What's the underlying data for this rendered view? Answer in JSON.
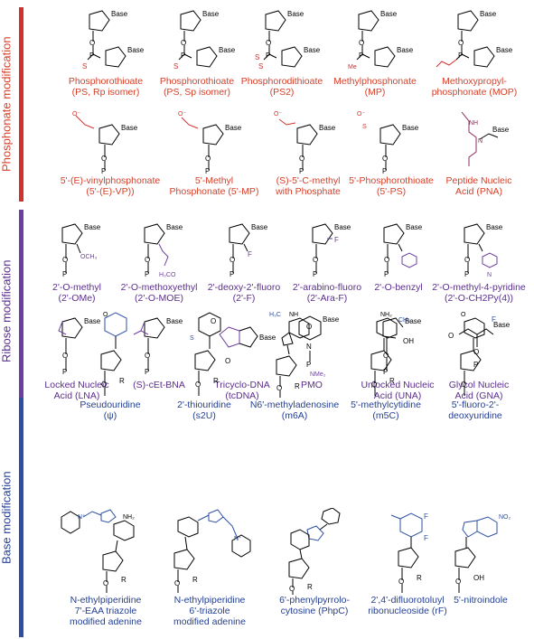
{
  "colors": {
    "phosphonate": "#d0312d",
    "ribose": "#6b3fa0",
    "base": "#2d4fa3"
  },
  "sections": {
    "phosphonate": {
      "label": "Phosphonate modification",
      "row1": [
        {
          "l1": "Phosphorothioate",
          "l2": "(PS, Rp isomer)"
        },
        {
          "l1": "Phosphorothioate",
          "l2": "(PS, Sp isomer)"
        },
        {
          "l1": "Phosphorodithioate",
          "l2": "(PS2)"
        },
        {
          "l1": "Methylphosphonate",
          "l2": "(MP)"
        },
        {
          "l1": "Methoxypropyl-",
          "l2": "phosphonate (MOP)"
        }
      ],
      "row2": [
        {
          "l1": "5'-(E)-vinylphosphonate",
          "l2": "(5'-(E)-VP))"
        },
        {
          "l1": "5'-Methyl",
          "l2": "Phosphonate (5'-MP)"
        },
        {
          "l1": "(S)-5'-C-methyl",
          "l2": "with Phosphate"
        },
        {
          "l1": "5'-Phosphorothioate",
          "l2": "(5'-PS)"
        },
        {
          "l1": "Peptide Nucleic",
          "l2": "Acid (PNA)"
        }
      ]
    },
    "ribose": {
      "label": "Ribose modification",
      "row1": [
        {
          "l1": "2'-O-methyl",
          "l2": "(2'-OMe)"
        },
        {
          "l1": "2'-O-methoxyethyl",
          "l2": "(2'-O-MOE)"
        },
        {
          "l1": "2'-deoxy-2'-fluoro",
          "l2": "(2'-F)"
        },
        {
          "l1": "2'-arabino-fluoro",
          "l2": "(2'-Ara-F)"
        },
        {
          "l1": "2'-O-benzyl",
          "l2": ""
        },
        {
          "l1": "2'-O-methyl-4-pyridine",
          "l2": "(2'-O-CH2Py(4))"
        }
      ],
      "row2": [
        {
          "l1": "Locked Nucleic",
          "l2": "Acid (LNA)"
        },
        {
          "l1": "(S)-cEt-BNA",
          "l2": ""
        },
        {
          "l1": "Tricyclo-DNA",
          "l2": "(tcDNA)"
        },
        {
          "l1": "PMO",
          "l2": ""
        },
        {
          "l1": "Unlocked Nucleic",
          "l2": "Acid (UNA)"
        },
        {
          "l1": "Glycol Nucleic",
          "l2": "Acid (GNA)"
        }
      ]
    },
    "base": {
      "label": "Base modification",
      "row1": [
        {
          "l1": "Pseudouridine",
          "l2": "(ψ)",
          "l3": ""
        },
        {
          "l1": "2'-thiouridine",
          "l2": "(s2U)",
          "l3": ""
        },
        {
          "l1": "N6'-methyladenosine",
          "l2": "(m6A)",
          "l3": ""
        },
        {
          "l1": "5'-methylcytidine",
          "l2": "(m5C)",
          "l3": ""
        },
        {
          "l1": "5'-fluoro-2'-",
          "l2": "deoxyuridine",
          "l3": ""
        }
      ],
      "row2": [
        {
          "l1": "N-ethylpiperidine",
          "l2": "7'-EAA triazole",
          "l3": "modified adenine"
        },
        {
          "l1": "N-ethylpiperidine",
          "l2": "6'-triazole",
          "l3": "modified adenine"
        },
        {
          "l1": "6'-phenylpyrrolo-",
          "l2": "cytosine (PhpC)",
          "l3": ""
        },
        {
          "l1": "2',4'-difluorotoluyl",
          "l2": "ribonucleoside (rF)",
          "l3": ""
        },
        {
          "l1": "5'-nitroindole",
          "l2": "",
          "l3": ""
        }
      ]
    }
  },
  "structure_labels": {
    "base": "Base",
    "r": "R",
    "o": "O",
    "p": "P"
  }
}
